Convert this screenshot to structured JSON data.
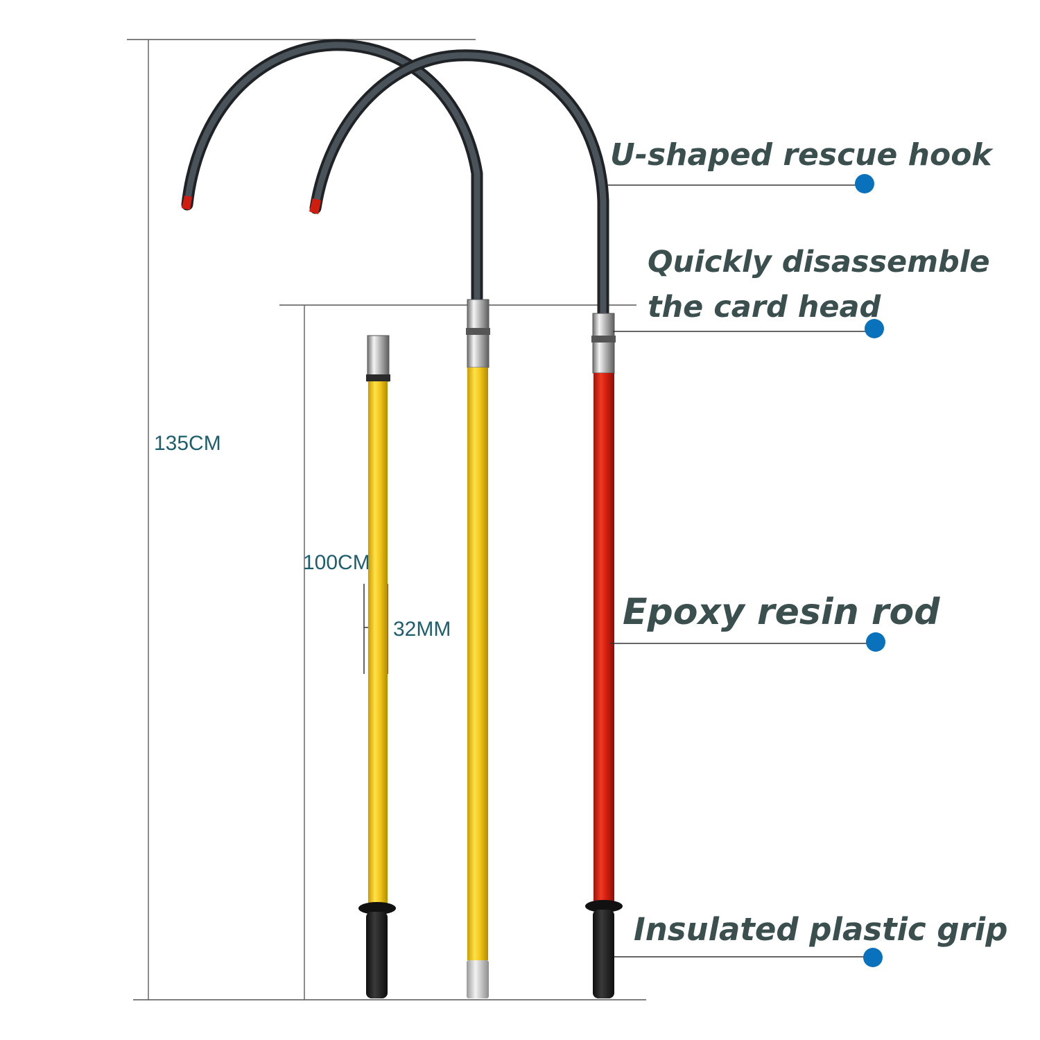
{
  "dimensions": {
    "total_length": "135CM",
    "rod_length": "100CM",
    "diameter": "32MM"
  },
  "callouts": {
    "hook": "U-shaped rescue hook",
    "head_line1": "Quickly disassemble",
    "head_line2": "the card head",
    "rod": "Epoxy resin rod",
    "grip": "Insulated plastic grip"
  },
  "colors": {
    "yellow_rod": "#f2c81c",
    "red_rod": "#d62010",
    "hook": "#33393f",
    "hook_tip": "#d11c10",
    "grip": "#1b1b1b",
    "marker_dot": "#0a72bd",
    "label_text": "#3b4f4f",
    "dimension_text": "#1d5e6e"
  }
}
